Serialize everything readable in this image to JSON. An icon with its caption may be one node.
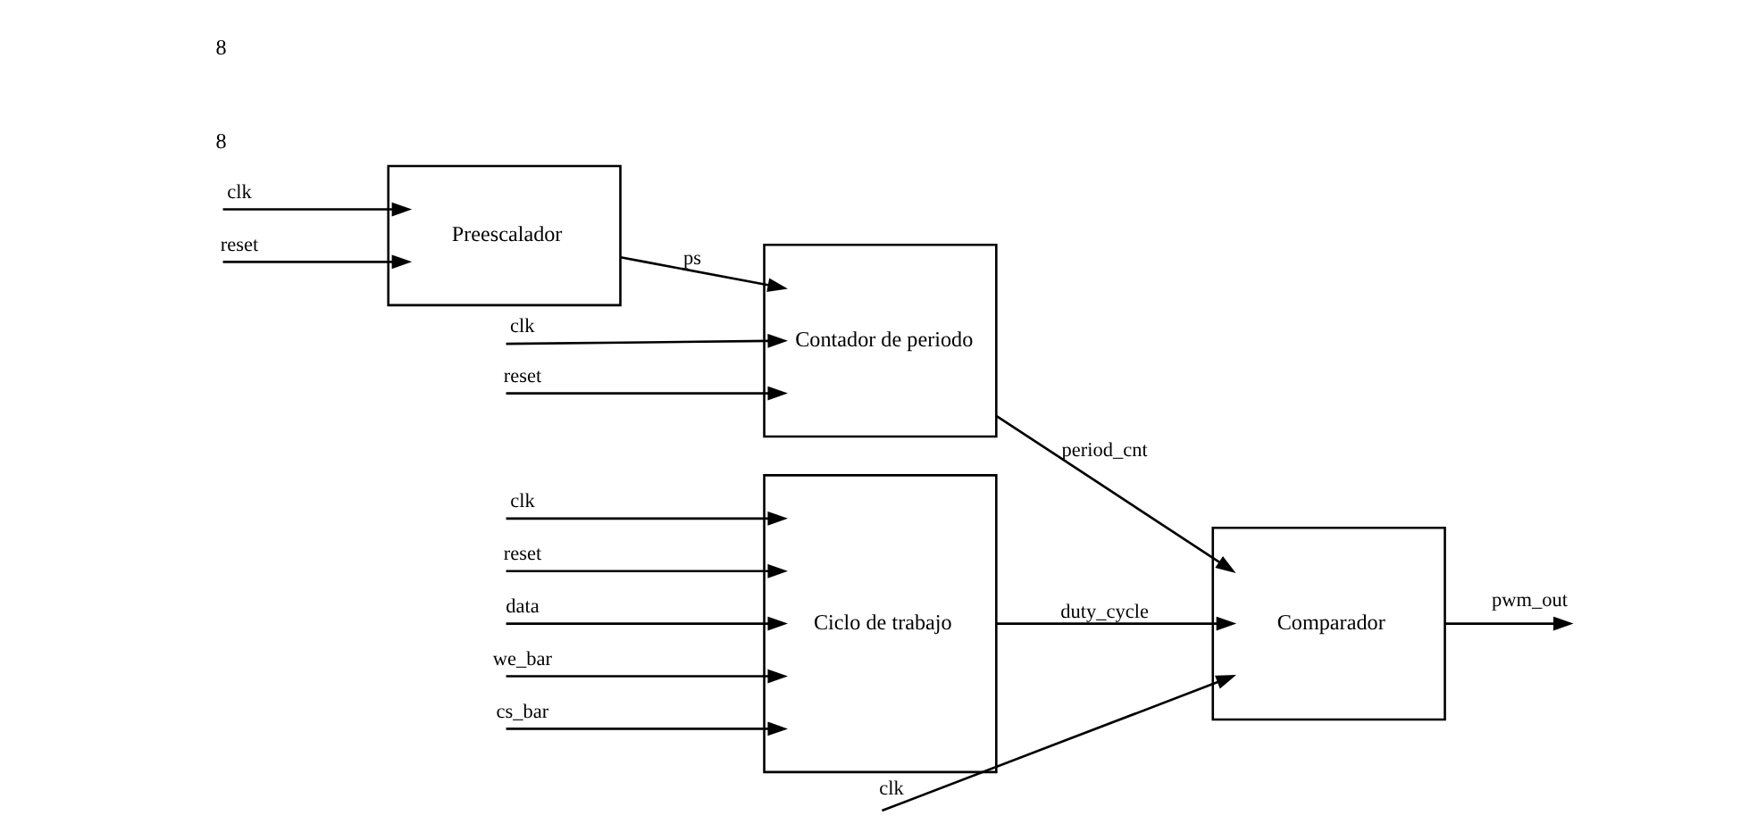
{
  "diagram": {
    "nodes": [
      {
        "text": [
          "Preescalador"
        ]
      },
      {
        "text": [
          "Contador de periodo"
        ]
      },
      {
        "text": [
          "Comparador"
        ]
      },
      {
        "text": [
          "Ciclo de trabajo"
        ]
      }
    ],
    "edges": [
      {
        "from": null,
        "to": 0,
        "arrow": "to",
        "label": "clk"
      },
      {
        "from": null,
        "to": 0,
        "arrow": "to",
        "label": "reset"
      },
      {
        "from": 0,
        "to": 1,
        "arrow": "to",
        "label": "ps"
      },
      {
        "from": null,
        "to": 1,
        "arrow": "to",
        "label": "clk"
      },
      {
        "from": null,
        "to": 1,
        "arrow": "to",
        "label": "reset"
      },
      {
        "from": 1,
        "to": 2,
        "arrow": "to",
        "label": "period_cnt"
      },
      {
        "from": 3,
        "to": 2,
        "arrow": "to",
        "label": "duty_cycle"
      },
      {
        "from": null,
        "to": 2,
        "arrow": "to",
        "label": "clk"
      },
      {
        "from": 2,
        "to": null,
        "arrow": "to",
        "label": "pwm_out"
      },
      {
        "from": null,
        "to": 3,
        "arrow": "to",
        "label": "clk"
      },
      {
        "from": null,
        "to": 3,
        "arrow": "to",
        "label": "reset"
      },
      {
        "from": null,
        "to": 3,
        "arrow": "to",
        "label": "data"
      },
      {
        "from": null,
        "to": 3,
        "arrow": "to",
        "label": "we_bar"
      },
      {
        "from": null,
        "to": 3,
        "arrow": "to",
        "label": "cs_bar"
      }
    ],
    "labels": [
      "8",
      "8"
    ]
  }
}
